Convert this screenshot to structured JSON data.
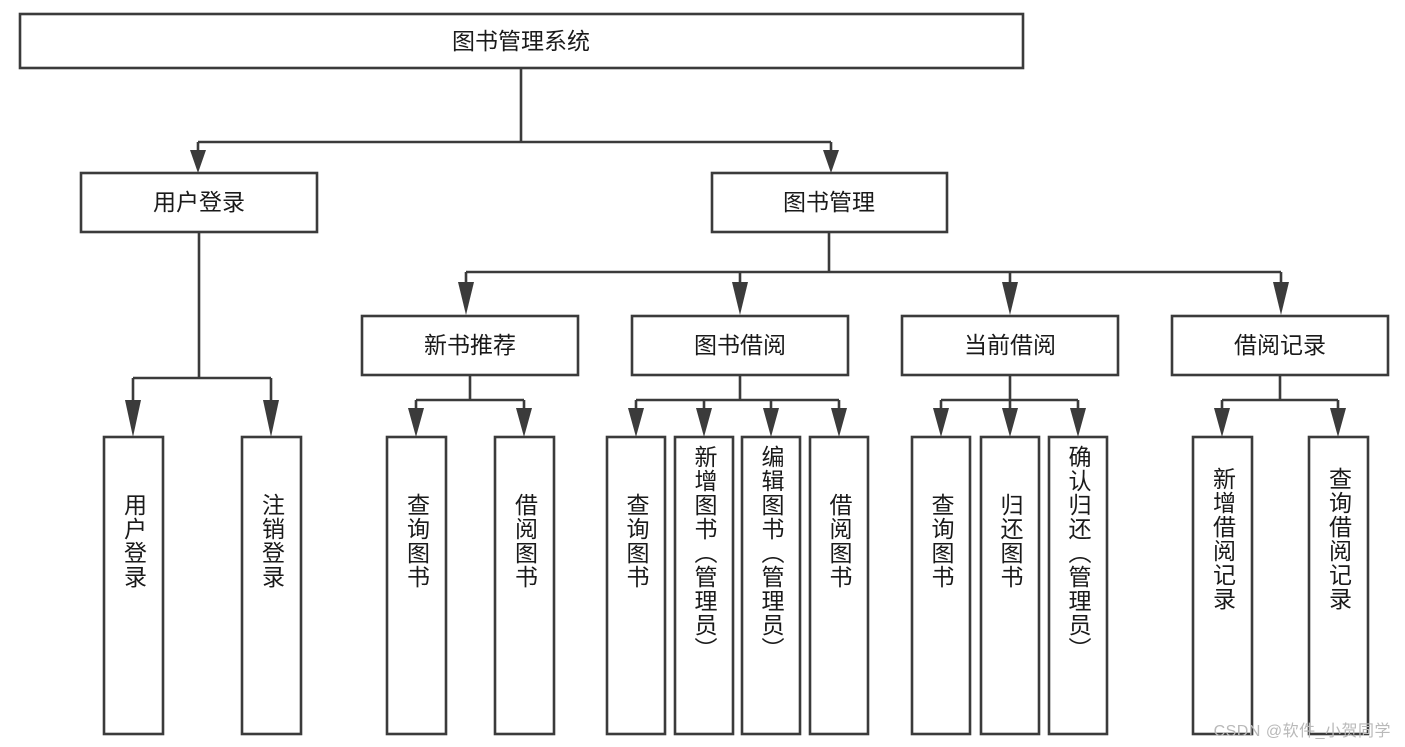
{
  "diagram": {
    "title": "图书管理系统",
    "type": "tree-hierarchy-chart",
    "watermark": "CSDN @软件_小贺同学",
    "colors": {
      "stroke": "#3b3b3b",
      "fill": "#ffffff",
      "text": "#1a1a1a",
      "watermark": "#b9b9b9"
    },
    "root": {
      "label": "图书管理系统"
    },
    "level2": [
      {
        "label": "用户登录"
      },
      {
        "label": "图书管理"
      }
    ],
    "level3": [
      {
        "label": "新书推荐"
      },
      {
        "label": "图书借阅"
      },
      {
        "label": "当前借阅"
      },
      {
        "label": "借阅记录"
      }
    ],
    "leaves": {
      "user_login": [
        {
          "label": "用户登录"
        },
        {
          "label": "注销登录"
        }
      ],
      "new_book_recommend": [
        {
          "label": "查询图书"
        },
        {
          "label": "借阅图书"
        }
      ],
      "book_borrow": [
        {
          "label": "查询图书"
        },
        {
          "label": "新增图书（管理员）"
        },
        {
          "label": "编辑图书（管理员）"
        },
        {
          "label": "借阅图书"
        }
      ],
      "current_borrow": [
        {
          "label": "查询图书"
        },
        {
          "label": "归还图书"
        },
        {
          "label": "确认归还（管理员）"
        }
      ],
      "borrow_record": [
        {
          "label": "新增借阅记录"
        },
        {
          "label": "查询借阅记录"
        }
      ]
    }
  }
}
